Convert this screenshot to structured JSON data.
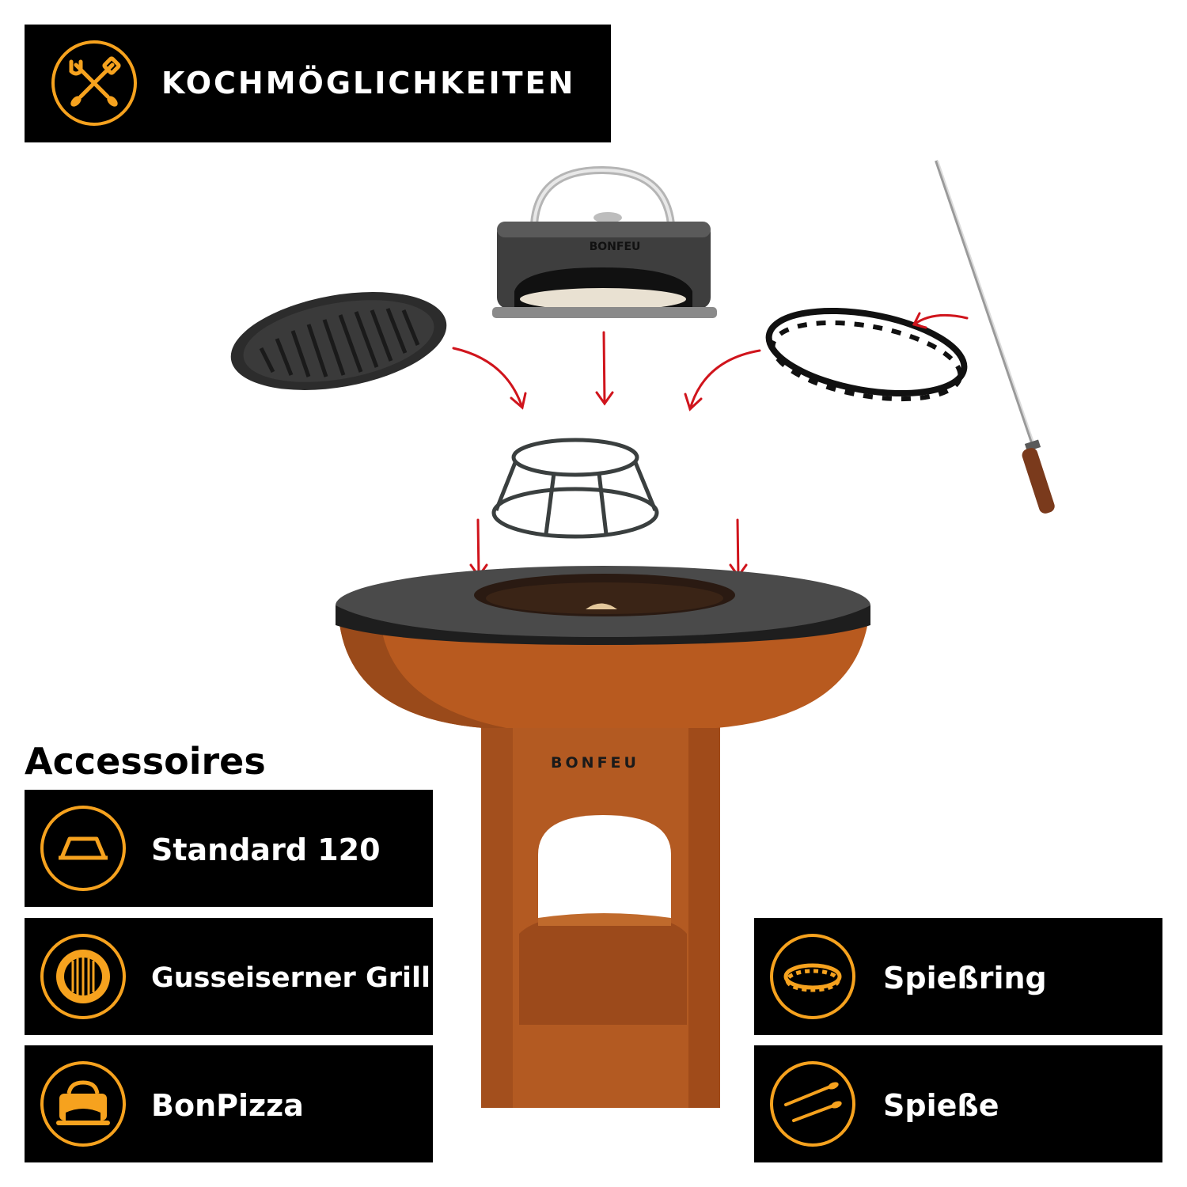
{
  "header": {
    "title": "KOCHMÖGLICHKEITEN",
    "icon": "grill-tools-icon"
  },
  "accessories": {
    "title": "Accessoires",
    "items": [
      {
        "label": "Standard 120",
        "icon": "grill-table-icon"
      },
      {
        "label": "Gusseiserner Grill",
        "icon": "cast-iron-grate-icon"
      },
      {
        "label": "BonPizza",
        "icon": "pizza-oven-icon"
      },
      {
        "label": "Spießring",
        "icon": "skewer-ring-icon"
      },
      {
        "label": "Spieße",
        "icon": "skewers-icon"
      }
    ]
  },
  "product": {
    "brand_oven": "BONFEU",
    "brand_grill": "BONFEU"
  },
  "colors": {
    "accent": "#f6a21e",
    "panel": "#000000",
    "arrow": "#d0141c",
    "rust": "#b85a1f",
    "plate": "#4a4a4a"
  }
}
